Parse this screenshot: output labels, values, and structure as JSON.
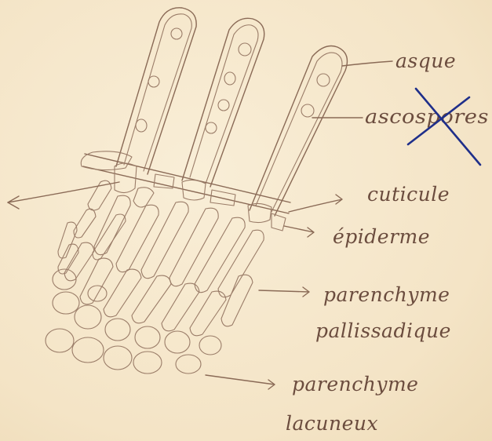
{
  "labels": {
    "asque": "asque",
    "ascospores": "ascospores",
    "cuticule": "cuticule",
    "epiderme": "épiderme",
    "parenchyme_palissadique_line1": "parenchyme",
    "parenchyme_palissadique_line2": "pallissadique",
    "parenchyme_lacuneux_line1": "parenchyme",
    "parenchyme_lacuneux_line2": "lacuneux"
  },
  "annotations": {
    "ascospores_crossed_out": true
  },
  "colors": {
    "paper": "#f6e9cf",
    "pencil": "#8a6a56",
    "ink_label": "#6b4c3e",
    "cross_ink": "#1f2f8a"
  }
}
